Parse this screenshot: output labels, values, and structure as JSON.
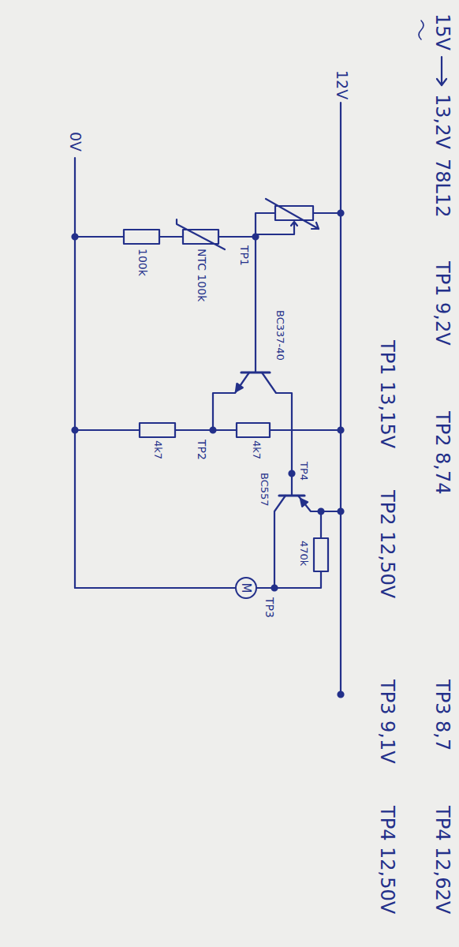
{
  "diagram": {
    "nodes": [
      {
        "text": [
          "M"
        ]
      }
    ],
    "labels": [
      "15V",
      "13,2V",
      "78L12",
      "TP1 9,2V",
      "TP2 8,74",
      "TP3 8,7",
      "TP4 12,62V",
      "12V",
      "TP1 13,15V",
      "TP2 12,50V",
      "TP3 9,1V",
      "TP4 12,50V",
      "0V",
      "TP1",
      "NTC 100k",
      "100k",
      "BC337-40",
      "4k7",
      "TP2",
      "4k7",
      "BC557",
      "TP4",
      "470k",
      "TP3"
    ]
  }
}
